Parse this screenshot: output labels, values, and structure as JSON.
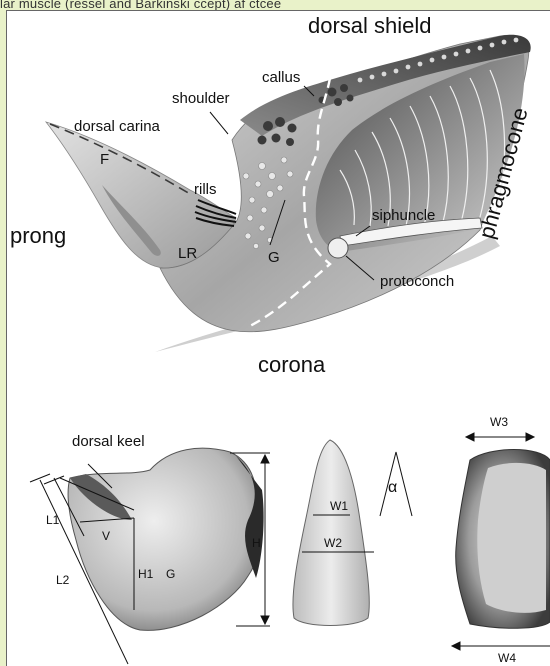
{
  "caption_fragment": "lar muscle (ressel and Barkinski ccept) af ctcee",
  "top_diagram": {
    "labels": {
      "dorsal_shield": "dorsal shield",
      "phragmocone": "phragmocone",
      "callus": "callus",
      "shoulder": "shoulder",
      "dorsal_carina": "dorsal carina",
      "F": "F",
      "rills": "rills",
      "prong": "prong",
      "LR": "LR",
      "G": "G",
      "siphuncle": "siphuncle",
      "protoconch": "protoconch",
      "corona": "corona"
    }
  },
  "bottom_figure": {
    "labels": {
      "dorsal_keel": "dorsal keel",
      "L1": "L1",
      "L2": "L2",
      "V": "V",
      "H1": "H1",
      "G": "G",
      "H": "H",
      "W1": "W1",
      "W2": "W2",
      "alpha": "α",
      "W3": "W3",
      "W4": "W4"
    }
  },
  "colors": {
    "frame_tint": "#e9f2c9",
    "ink": "#111111"
  }
}
